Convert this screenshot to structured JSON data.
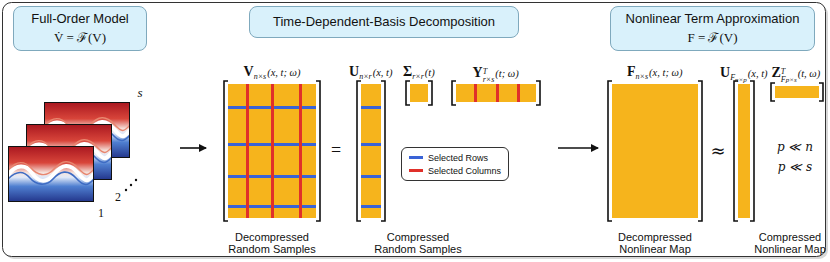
{
  "diagram": {
    "nodes": [
      {
        "text": [
          "Full-Order Model",
          "V̇ = ℱ(V)"
        ]
      },
      {
        "text": [
          "Time-Dependent-Basis Decomposition"
        ]
      },
      {
        "text": [
          "Nonlinear Term Approximation",
          "F = ℱ(V)"
        ]
      },
      {
        "text": [
          "V",
          "n×s",
          "(x, t; ω)"
        ]
      },
      {
        "text": [
          "U",
          "n×r",
          "(x, t)"
        ]
      },
      {
        "text": [
          "Σ",
          "r×r",
          "(t)"
        ]
      },
      {
        "text": [
          "Y",
          "T",
          "r×s",
          "(t; ω)"
        ]
      },
      {
        "text": [
          "F",
          "n×s",
          "(x, t; ω)"
        ]
      },
      {
        "text": [
          "U",
          "F",
          "n×p",
          "(x, t)"
        ]
      },
      {
        "text": [
          "Z",
          "T",
          "F",
          "p×s",
          "(t, ω)"
        ]
      }
    ],
    "labels": [
      "s",
      "1",
      "2",
      "=",
      "≈",
      "p ≪ n",
      "p ≪ s",
      "Decompressed Random Samples",
      "Compressed Random Samples",
      "Decompressed Nonlinear Map",
      "Compressed Nonlinear Map"
    ],
    "legend": [
      {
        "text": "Selected Rows",
        "color": "#3a63d6"
      },
      {
        "text": "Selected Columns",
        "color": "#e0302a"
      }
    ]
  }
}
